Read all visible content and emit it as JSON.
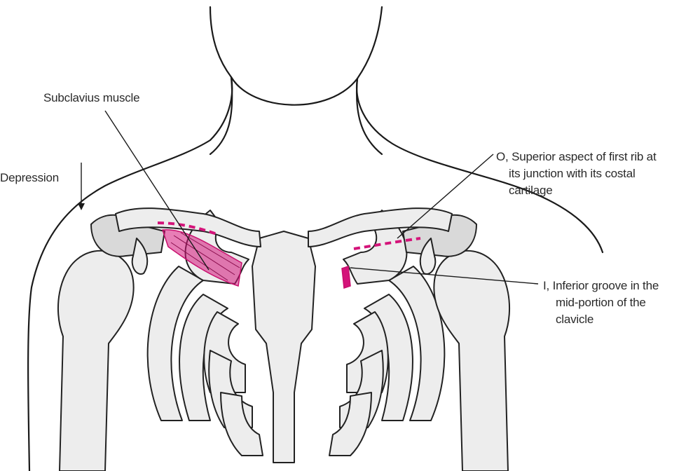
{
  "labels": {
    "subclavius": "Subclavius muscle",
    "depression": "Depression",
    "origin": [
      "O, Superior aspect of first rib at",
      "its junction with its costal",
      "cartilage"
    ],
    "insertion": [
      "I, Inferior groove in the",
      "mid-portion of the",
      "clavicle"
    ]
  },
  "colors": {
    "muscle": "#d4147a",
    "bone": "#ededed",
    "outline": "#222222"
  }
}
